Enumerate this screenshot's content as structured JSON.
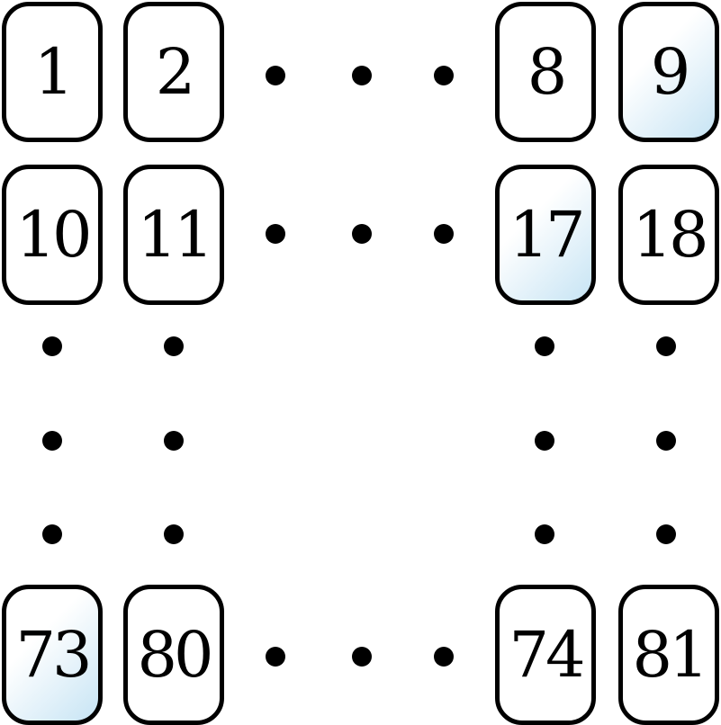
{
  "grid": {
    "cells": [
      {
        "label": "1",
        "highlighted": false
      },
      {
        "label": "2",
        "highlighted": false
      },
      {
        "label": "8",
        "highlighted": false
      },
      {
        "label": "9",
        "highlighted": true
      },
      {
        "label": "10",
        "highlighted": false
      },
      {
        "label": "11",
        "highlighted": false
      },
      {
        "label": "17",
        "highlighted": true
      },
      {
        "label": "18",
        "highlighted": false
      },
      {
        "label": "73",
        "highlighted": true
      },
      {
        "label": "80",
        "highlighted": false
      },
      {
        "label": "74",
        "highlighted": false
      },
      {
        "label": "81",
        "highlighted": false
      }
    ],
    "highlight_color": "#c7e4f4",
    "ellipsis_symbol": "dot"
  }
}
